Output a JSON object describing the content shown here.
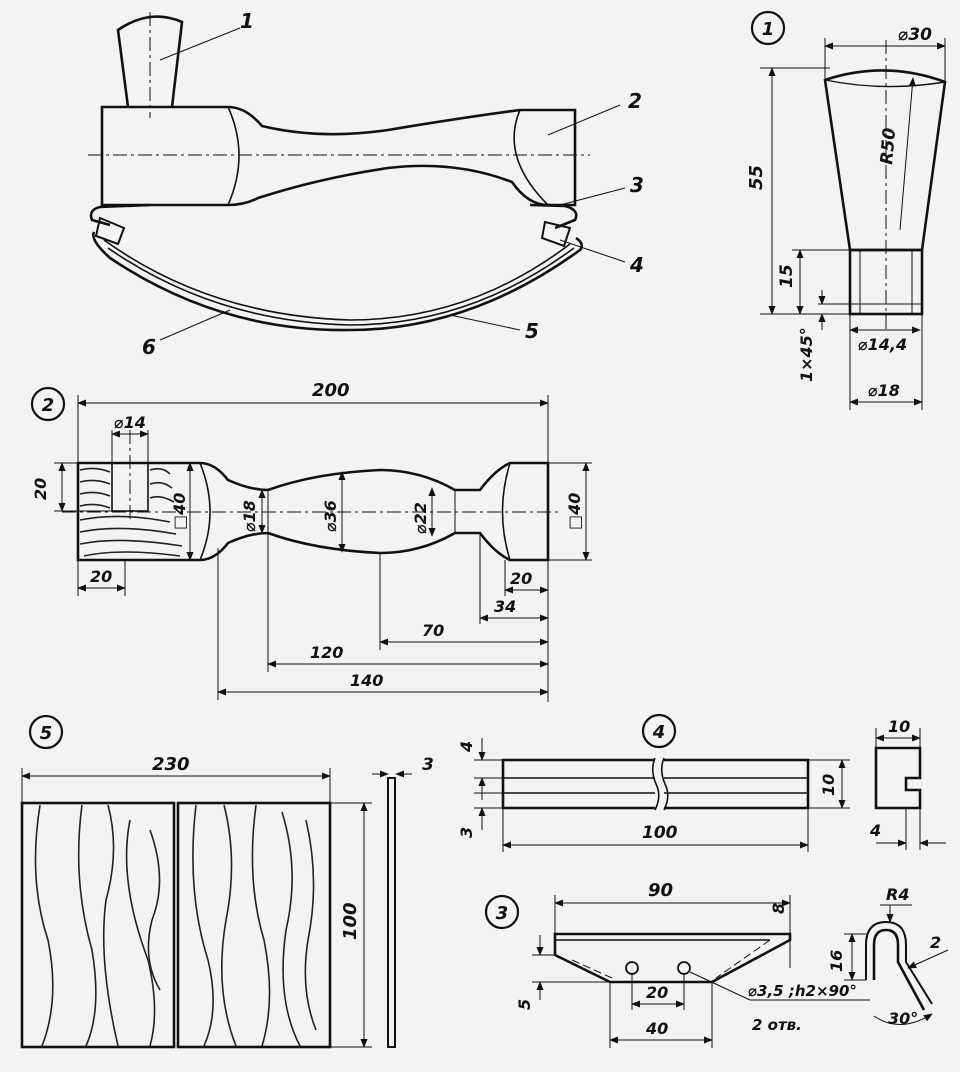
{
  "assembly": {
    "callouts": [
      "1",
      "2",
      "3",
      "4",
      "5",
      "6"
    ]
  },
  "detail1": {
    "number": "1",
    "dims": {
      "top_diameter": "⌀30",
      "radius": "R50",
      "height": "55",
      "tenon_height": "15",
      "chamfer": "1×45°",
      "tenon_inner": "⌀14,4",
      "tenon_outer": "⌀18"
    }
  },
  "detail2": {
    "number": "2",
    "dims": {
      "length": "200",
      "hole": "⌀14",
      "hole_depth": "20",
      "end_width": "20",
      "left_square": "□40",
      "d18": "⌀18",
      "d36": "⌀36",
      "d22": "⌀22",
      "right_square": "□40",
      "right_end": "20",
      "d34": "34",
      "d70": "70",
      "d120": "120",
      "d140": "140"
    }
  },
  "detail5": {
    "number": "5",
    "dims": {
      "width": "230",
      "height": "100",
      "thickness": "3"
    }
  },
  "detail4": {
    "number": "4",
    "dims": {
      "top": "4",
      "bottom": "3",
      "height": "10",
      "length": "100",
      "profile_width": "10",
      "profile_thickness": "4"
    }
  },
  "detail3": {
    "number": "3",
    "dims": {
      "length": "90",
      "depth": "8",
      "side": "5",
      "hole_spacing": "20",
      "base": "40",
      "holes": "⌀3,5 ;h2×90°",
      "holes_count": "2 отв.",
      "radius": "R4",
      "flange": "16",
      "thickness": "2",
      "angle": "30°"
    }
  }
}
